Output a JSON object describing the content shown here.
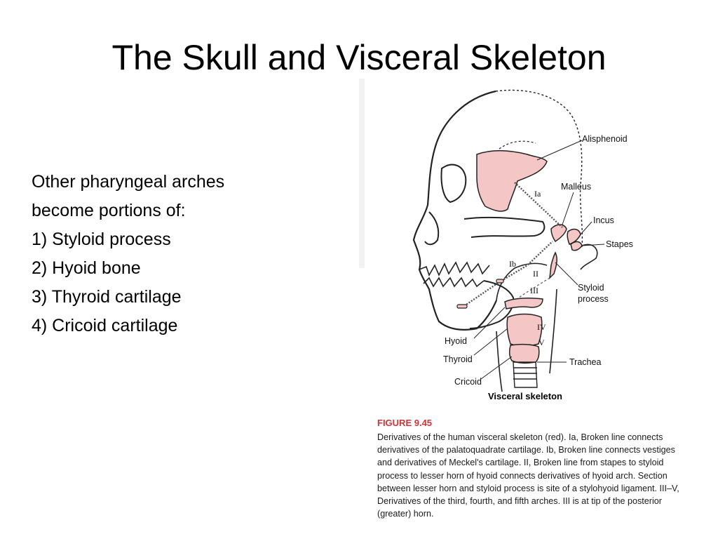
{
  "slide": {
    "title": "The Skull and Visceral Skeleton",
    "body_lines": [
      "Other pharyngeal arches",
      "become portions of:",
      "1) Styloid process",
      "2) Hyoid bone",
      "3) Thyroid cartilage",
      "4) Cricoid cartilage"
    ]
  },
  "figure": {
    "colors": {
      "cartilage_fill": "#f4c6c6",
      "outline": "#222222",
      "caption_heading": "#c8373a"
    },
    "labels": {
      "alisphenoid": "Alisphenoid",
      "malleus": "Malleus",
      "incus": "Incus",
      "stapes": "Stapes",
      "styloid_process_line1": "Styloid",
      "styloid_process_line2": "process",
      "hyoid": "Hyoid",
      "thyroid": "Thyroid",
      "cricoid": "Cricoid",
      "trachea": "Trachea"
    },
    "arch_markers": {
      "ia": "Ia",
      "ib": "Ib",
      "ii": "II",
      "iii": "III",
      "iv": "IV",
      "v": "V"
    },
    "title": "Visceral skeleton",
    "caption_heading": "FIGURE 9.45",
    "caption_text": "Derivatives of the human visceral skeleton (red). Ia, Broken line connects derivatives of the palatoquadrate cartilage. Ib, Broken line connects vestiges and derivatives of Meckel's cartilage. II, Broken line from stapes to styloid process to lesser horn of hyoid connects derivatives of hyoid arch. Section between lesser horn and styloid process is site of a stylohyoid ligament. III–V, Derivatives of the third, fourth, and fifth arches. III is at tip of the posterior (greater) horn."
  }
}
